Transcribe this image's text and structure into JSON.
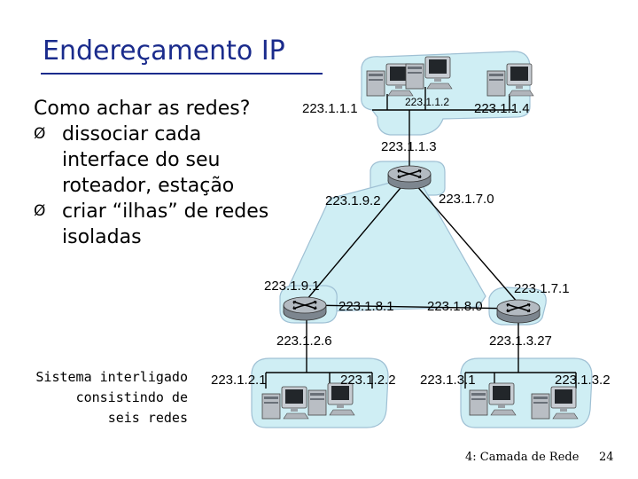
{
  "slide": {
    "title": "Endereçamento IP",
    "question": "Como achar as redes?",
    "bullets": [
      {
        "marker": "Ø",
        "text_lines": [
          "dissociar cada",
          "interface do seu",
          "roteador, estação"
        ]
      },
      {
        "marker": "Ø",
        "text_lines": [
          "criar “ilhas” de redes",
          "isoladas"
        ]
      }
    ],
    "caption_lines": [
      "Sistema interligado",
      "consistindo de",
      "seis redes"
    ],
    "footer": "4: Camada de Rede",
    "page_number": "24"
  },
  "diagram": {
    "labels": {
      "top_host_1": "223.1.1.1",
      "top_host_2": "223.1.1.2",
      "top_host_4": "223.1.1.4",
      "top_router_if": "223.1.1.3",
      "top_router_left": "223.1.9.2",
      "top_router_right": "223.1.7.0",
      "left_router_top": "223.1.9.1",
      "left_router_right": "223.1.8.1",
      "left_router_bottom": "223.1.2.6",
      "right_router_left": "223.1.8.0",
      "right_router_top": "223.1.7.1",
      "right_router_bottom": "223.1.3.27",
      "bl_host_1": "223.1.2.1",
      "bl_host_2": "223.1.2.2",
      "br_host_1": "223.1.3.1",
      "br_host_2": "223.1.3.2"
    },
    "colors": {
      "island_fill": "#cfeef4",
      "island_stroke": "#9fc0d4",
      "link": "#000000",
      "router_body": "#9fa8b0",
      "title": "#1a2b8c"
    }
  }
}
